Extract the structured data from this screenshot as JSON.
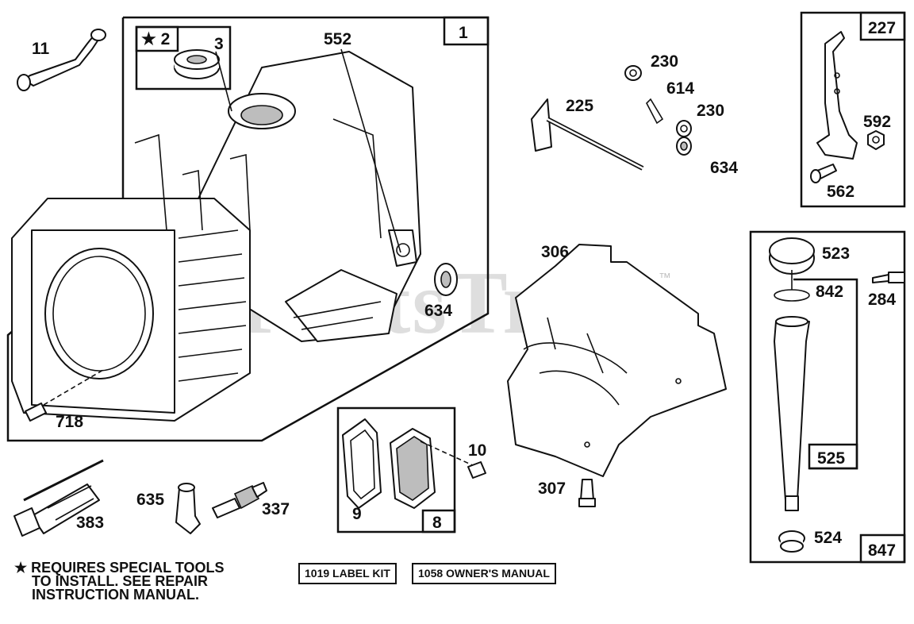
{
  "watermark": {
    "text": "PartsTree",
    "trademark": "™"
  },
  "labels": {
    "l1": "1",
    "l2": "★ 2",
    "l3": "3",
    "l552": "552",
    "l11": "11",
    "l634a": "634",
    "l718": "718",
    "l225": "225",
    "l230a": "230",
    "l614": "614",
    "l230b": "230",
    "l634b": "634",
    "l227": "227",
    "l592": "592",
    "l562": "562",
    "l306": "306",
    "l523": "523",
    "l842": "842",
    "l284": "284",
    "l525": "525",
    "l524": "524",
    "l847": "847",
    "l10": "10",
    "l9": "9",
    "l8": "8",
    "l307": "307",
    "l383": "383",
    "l635": "635",
    "l337": "337"
  },
  "note": {
    "line1": "★ REQUIRES SPECIAL TOOLS",
    "line2": "TO INSTALL.  SEE REPAIR",
    "line3": "INSTRUCTION MANUAL."
  },
  "kits": {
    "label_kit": "1019 LABEL KIT",
    "owners_manual": "1058 OWNER'S MANUAL"
  }
}
